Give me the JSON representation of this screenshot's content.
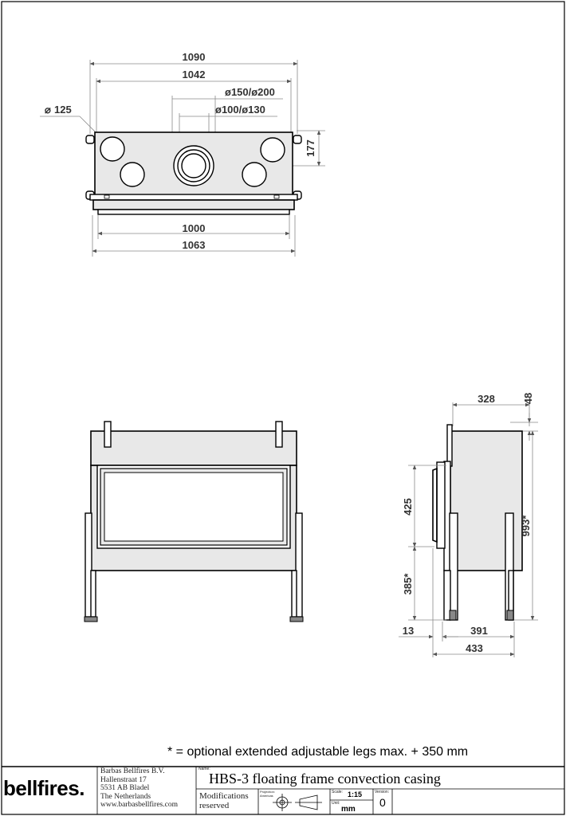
{
  "drawing": {
    "top_view": {
      "width_overall": "1090",
      "width_body": "1042",
      "flue_outer": "ø150/ø200",
      "flue_inner": "ø100/ø130",
      "hole_diameter": "125",
      "depth_offset": "177",
      "frame_width": "1000",
      "bottom_width": "1063"
    },
    "side_view": {
      "depth_top": "328",
      "top_offset": "48",
      "glass_height": "425",
      "leg_height": "385*",
      "total_height": "993*",
      "front_offset": "13",
      "depth_body": "391",
      "depth_total": "433"
    }
  },
  "note": "* = optional extended adjustable legs max. + 350 mm",
  "title_block": {
    "logo": "bellfires.",
    "address": [
      "Barbas Bellfires B.V.",
      "Hallenstraat 17",
      "5531 AB Bladel",
      "The Netherlands",
      "www.barbasbellfires.com"
    ],
    "name_label": "Name:",
    "name": "HBS-3 floating frame convection casing",
    "modifications": [
      "Modifications",
      "reserved"
    ],
    "projection_label": [
      "Projection:",
      "Americas"
    ],
    "scale_label": "Scale:",
    "scale": "1:15",
    "unit_label": "Unit:",
    "unit": "mm",
    "version_label": "Version:",
    "version": "0"
  }
}
